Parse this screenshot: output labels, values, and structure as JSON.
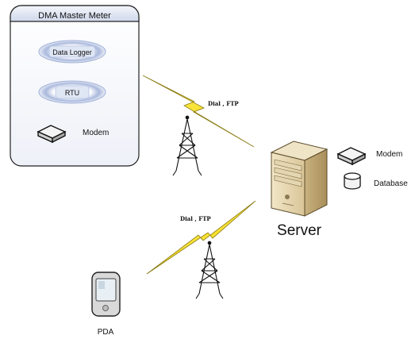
{
  "diagram": {
    "dma_box": {
      "title": "DMA Master Meter",
      "data_logger_label": "Data Logger",
      "rtu_label": "RTU",
      "modem_label": "Modem"
    },
    "link_top": {
      "label": "Dial , FTP"
    },
    "link_bottom": {
      "label": "Dial , FTP"
    },
    "server": {
      "label": "Server",
      "modem_label": "Modem",
      "database_label": "Database"
    },
    "pda": {
      "label": "PDA"
    }
  },
  "icons": [
    "data-logger-icon",
    "rtu-icon",
    "modem-icon",
    "antenna-tower-icon",
    "lightning-icon",
    "server-icon",
    "database-icon",
    "pda-icon"
  ]
}
